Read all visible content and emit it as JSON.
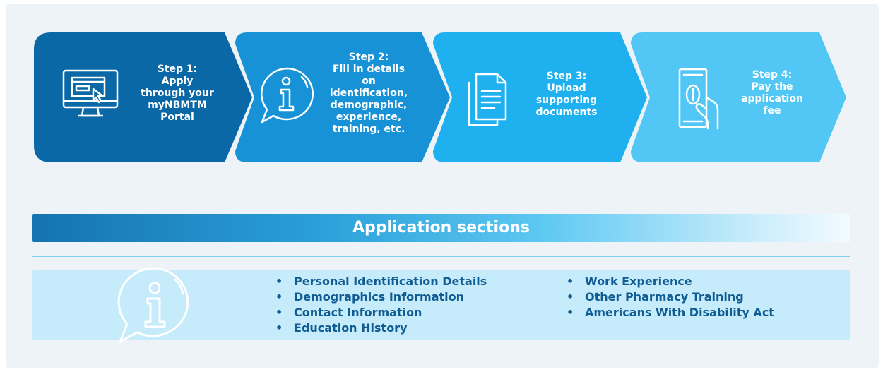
{
  "steps": [
    {
      "lines": [
        "Step 1:",
        "Apply",
        "through your",
        "myNBMTM",
        "Portal"
      ],
      "icon": "computer-cursor-icon",
      "color": "#0a68a7"
    },
    {
      "lines": [
        "Step 2:",
        "Fill in details",
        "on",
        "identification,",
        "demographic,",
        "experience,",
        "training, etc."
      ],
      "icon": "info-bubble-icon",
      "color": "#1792d6"
    },
    {
      "lines": [
        "Step 3:",
        "Upload",
        "supporting",
        "documents"
      ],
      "icon": "documents-icon",
      "color": "#1fb1ef"
    },
    {
      "lines": [
        "Step 4:",
        "Pay the",
        "application",
        "fee"
      ],
      "icon": "money-hand-icon",
      "color": "#52c7f5"
    }
  ],
  "banner": {
    "title": "Application sections"
  },
  "sections": {
    "icon": "info-bubble-icon",
    "left": [
      "Personal Identification Details",
      "Demographics Information",
      "Contact Information",
      "Education History"
    ],
    "right": [
      "Work Experience",
      "Other Pharmacy Training",
      "Americans With Disability Act"
    ]
  }
}
